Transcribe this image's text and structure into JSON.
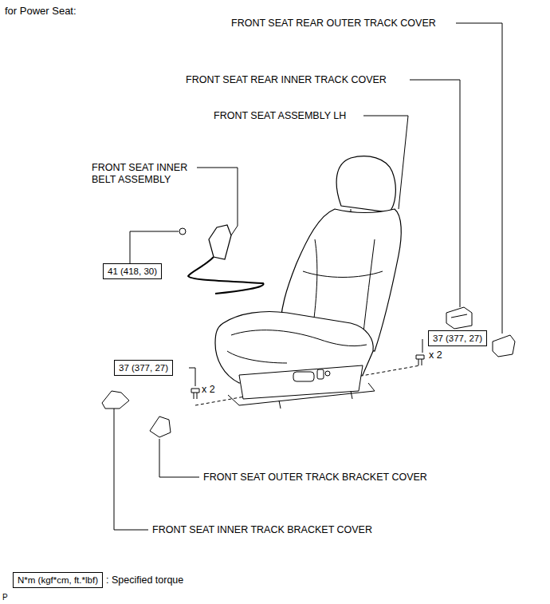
{
  "diagram": {
    "title": "for Power Seat:",
    "nodes": [
      {
        "text": [
          "41 (418, 30)"
        ]
      },
      {
        "text": [
          "37 (377, 27)"
        ]
      },
      {
        "text": [
          "37 (377, 27)"
        ]
      },
      {
        "text": [
          "N*m (kgf*cm, ft.*lbf)"
        ]
      }
    ],
    "labels": [
      "FRONT SEAT REAR OUTER TRACK COVER",
      "FRONT SEAT REAR INNER TRACK COVER",
      "FRONT SEAT ASSEMBLY LH",
      "FRONT SEAT INNER BELT ASSEMBLY",
      "x 2",
      "x 2",
      "FRONT SEAT OUTER TRACK BRACKET COVER",
      "FRONT SEAT INNER TRACK BRACKET COVER",
      ": Specified torque",
      "P"
    ]
  }
}
